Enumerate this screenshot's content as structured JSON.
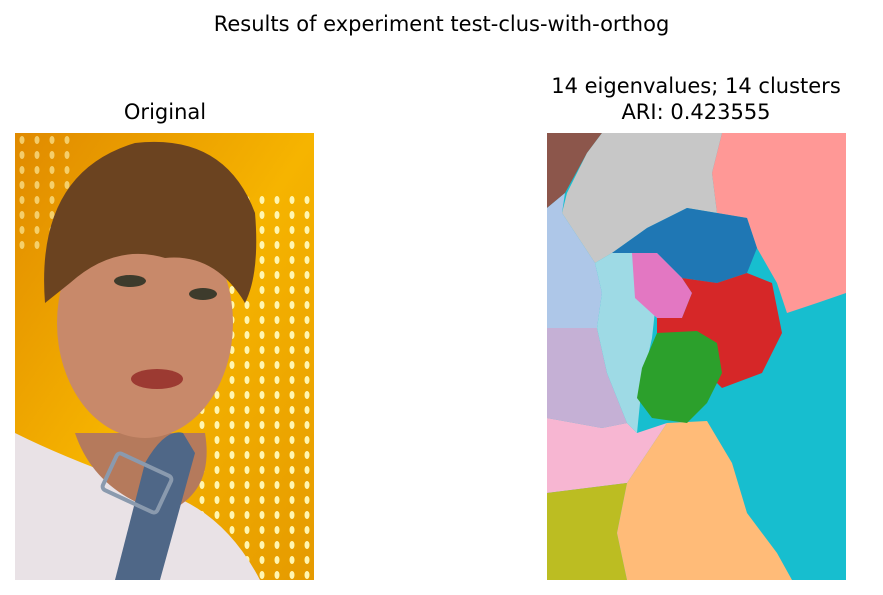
{
  "figure": {
    "title": "Results of experiment test-clus-with-orthog"
  },
  "panels": {
    "original": {
      "title": "Original"
    },
    "segmentation": {
      "title_line1": "14 eigenvalues; 14 clusters",
      "title_line2": "ARI: 0.423555"
    }
  },
  "colors": {
    "background_yellow": "#f2a900",
    "hair": "#6b4320",
    "skin": "#c8896a",
    "lips": "#9c3a32",
    "denim": "#4f6787",
    "shirt": "#e9e2e6",
    "brown": "#8c564b",
    "gray": "#c7c7c7",
    "salmon": "#ff9896",
    "blue": "#1f77b4",
    "light_blue": "#aec7e8",
    "pink": "#e377c2",
    "red": "#d62728",
    "pale_cyan": "#9edae5",
    "lavender": "#c5b0d5",
    "green": "#2ca02c",
    "cyan": "#17becf",
    "light_pink": "#f7b6d2",
    "orange": "#ffbb78",
    "olive": "#bcbd22"
  }
}
